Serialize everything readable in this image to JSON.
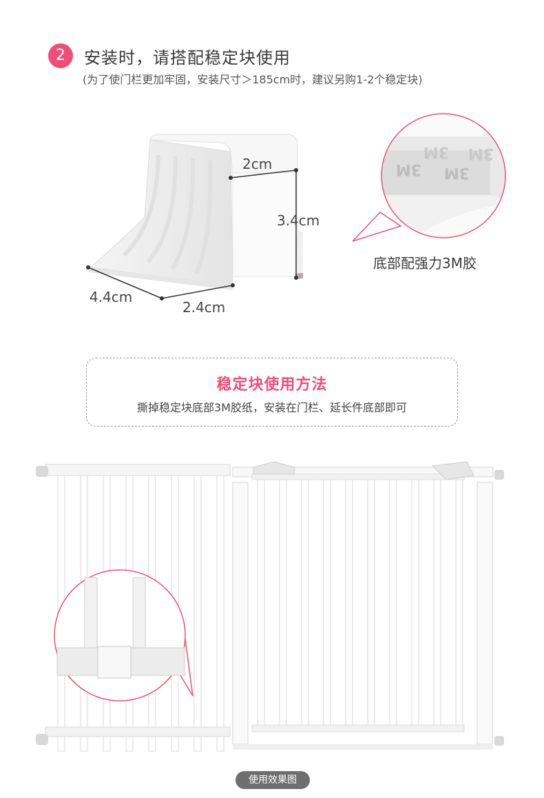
{
  "step": {
    "number": "2",
    "title": "安装时，请搭配稳定块使用",
    "subtitle": "(为了使门栏更加牢固，安装尺寸＞185cm时，建议另购1-2个稳定块)"
  },
  "dimensions": {
    "top_width": "2cm",
    "height": "3.4cm",
    "base_depth": "4.4cm",
    "base_width": "2.4cm"
  },
  "tape": {
    "label": "底部配强力3M胶",
    "print": "3M"
  },
  "method": {
    "title": "稳定块使用方法",
    "description": "撕掉稳定块底部3M胶纸，安装在门栏、延长件底部即可"
  },
  "caption": "使用效果图",
  "colors": {
    "accent": "#ee4d78",
    "text": "#444444",
    "caption_bg": "#6e6e6e"
  }
}
